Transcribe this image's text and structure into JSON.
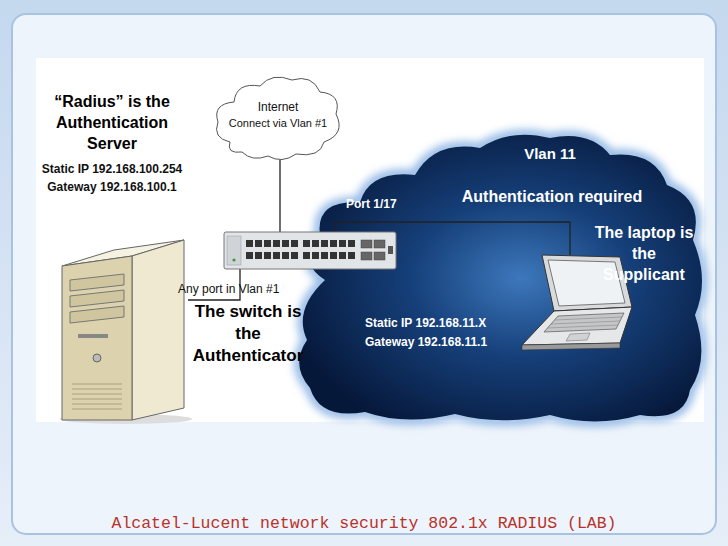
{
  "diagram": {
    "caption": "Alcatel-Lucent network security 802.1x RADIUS (LAB)",
    "nodes": [
      {
        "text": [
          "“Radius” is the Authentication Server",
          "Static IP 192.168.100.254",
          "Gateway 192.168.100.1"
        ]
      },
      {
        "text": [
          "Internet",
          "Connect via Vlan #1"
        ]
      },
      {
        "text": [
          "The switch is the Authenticator"
        ]
      },
      {
        "text": [
          "Vlan 11",
          "Authentication required"
        ]
      },
      {
        "text": [
          "The laptop is the Supplicant",
          "Static IP 192.168.11.X",
          "Gateway 192.168.11.1"
        ],
        "in": 3
      }
    ],
    "edges": [
      {
        "from": 1,
        "to": 2,
        "arrow": "none"
      },
      {
        "from": 0,
        "to": 2,
        "label": "Any port in Vlan #1",
        "arrow": "none"
      },
      {
        "from": 2,
        "to": 4,
        "label": "Port 1/17",
        "arrow": "none"
      }
    ]
  }
}
